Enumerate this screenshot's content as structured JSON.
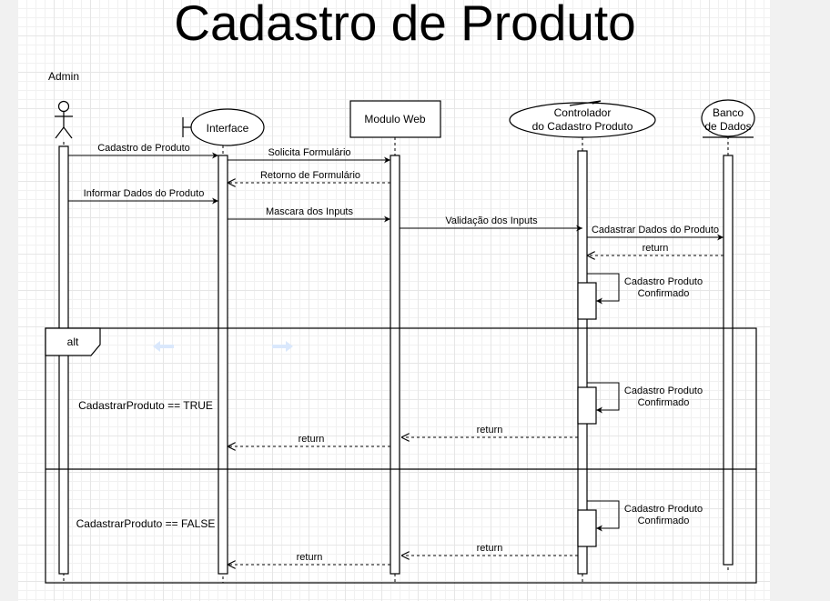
{
  "title": "Cadastro de Produto",
  "actor": {
    "label": "Admin"
  },
  "lifelines": {
    "interface": "Interface",
    "modulo_web": "Modulo Web",
    "controlador": [
      "Controlador",
      "do Cadastro Produto"
    ],
    "banco": [
      "Banco",
      "de Dados"
    ]
  },
  "messages": {
    "m1": "Cadastro de Produto",
    "m2": "Solicita Formulário",
    "m3": "Retorno de Formulário",
    "m4": "Informar Dados do Produto",
    "m5": "Mascara dos Inputs",
    "m6": "Validação dos Inputs",
    "m7": "Cadastrar Dados do Produto",
    "m8": "return",
    "self1": [
      "Cadastro Produto",
      "Confirmado"
    ],
    "self2": [
      "Cadastro Produto",
      "Confirmado"
    ],
    "ret_true_ctrl": "return",
    "ret_true_web": "return",
    "self3": [
      "Cadastro Produto",
      "Confirmado"
    ],
    "ret_false_ctrl": "return",
    "ret_false_web": "return"
  },
  "fragment": {
    "operator": "alt",
    "guard_true": "CadastrarProduto == TRUE",
    "guard_false": "CadastrarProduto == FALSE"
  },
  "colors": {
    "line": "#000000",
    "guide_arrow": "#dae8fc",
    "grid": "#e6e6e6"
  }
}
